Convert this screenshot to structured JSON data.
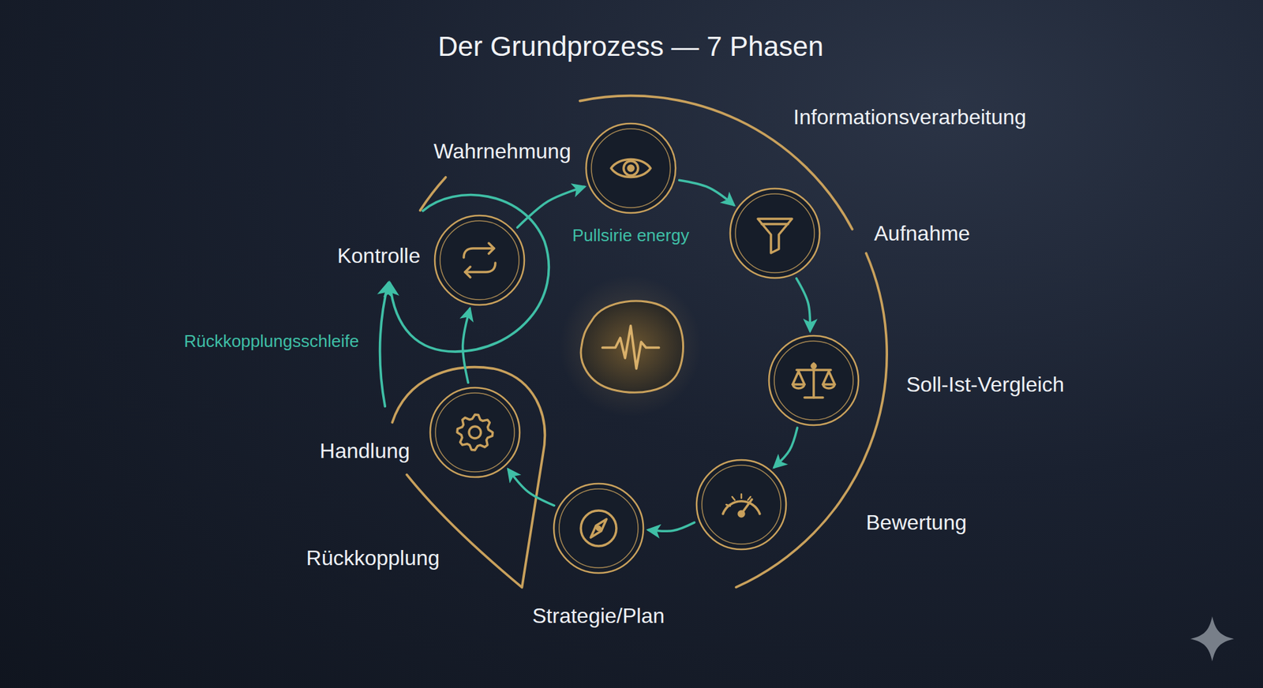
{
  "diagram": {
    "title": "Der Grundprozess — 7 Phasen",
    "nodes": [
      {
        "text": [
          "Wahrnehmung"
        ]
      },
      {
        "text": [
          "Aufnahme"
        ]
      },
      {
        "text": [
          "Soll-Ist-Vergleich"
        ]
      },
      {
        "text": [
          "Bewertung"
        ]
      },
      {
        "text": [
          "Strategie/Plan"
        ]
      },
      {
        "text": [
          "Handlung"
        ]
      },
      {
        "text": [
          "Kontrolle"
        ]
      }
    ],
    "edges": [
      {
        "from": 0,
        "to": 1,
        "arrow": "to"
      },
      {
        "from": 1,
        "to": 2,
        "arrow": "to"
      },
      {
        "from": 2,
        "to": 3,
        "arrow": "to"
      },
      {
        "from": 3,
        "to": 4,
        "arrow": "to"
      },
      {
        "from": 4,
        "to": 5,
        "arrow": "to"
      },
      {
        "from": 5,
        "to": 6,
        "arrow": "to"
      },
      {
        "from": 6,
        "to": 0,
        "arrow": "to"
      }
    ],
    "labels": [
      "Informationsverarbeitung",
      "Pullsirie energy",
      "Rückkopplungsschleife",
      "Rückkopplung"
    ]
  }
}
